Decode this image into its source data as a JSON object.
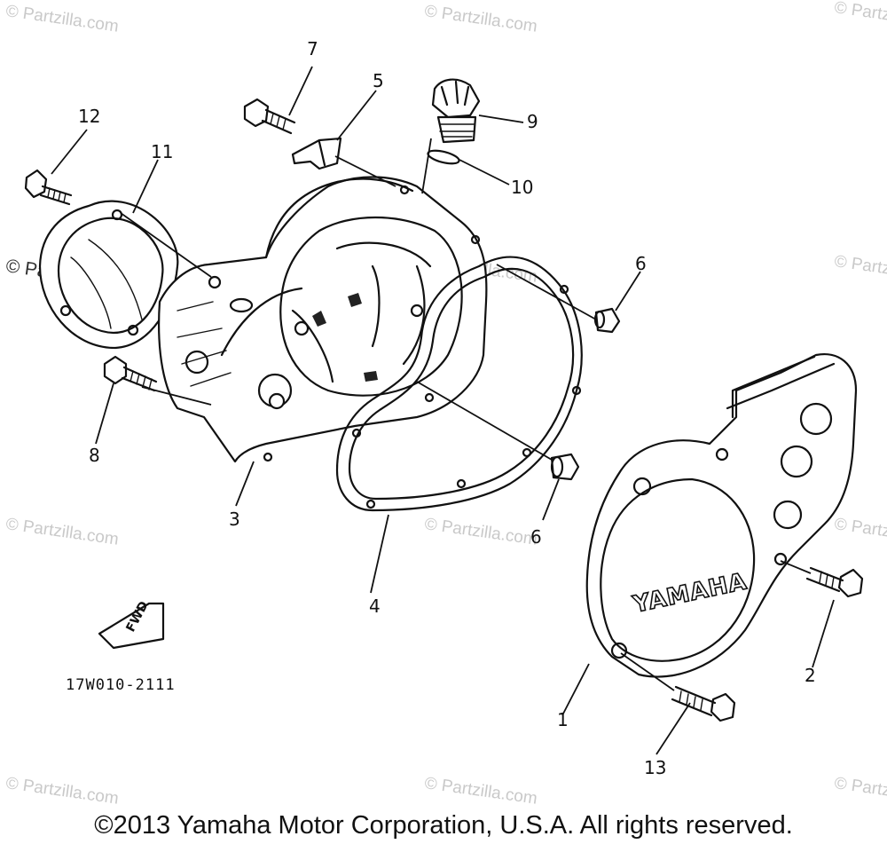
{
  "watermark": "© Partzilla.com",
  "diagram": {
    "callouts": [
      "1",
      "2",
      "3",
      "4",
      "5",
      "6",
      "6",
      "7",
      "8",
      "9",
      "10",
      "11",
      "12",
      "13"
    ],
    "drawing_code": "17W010-2111",
    "fwd_label": "FWD",
    "brand_on_cover": "YAMAHA"
  },
  "footer": {
    "copyright": "©2013 Yamaha Motor Corporation, U.S.A. All rights reserved."
  }
}
